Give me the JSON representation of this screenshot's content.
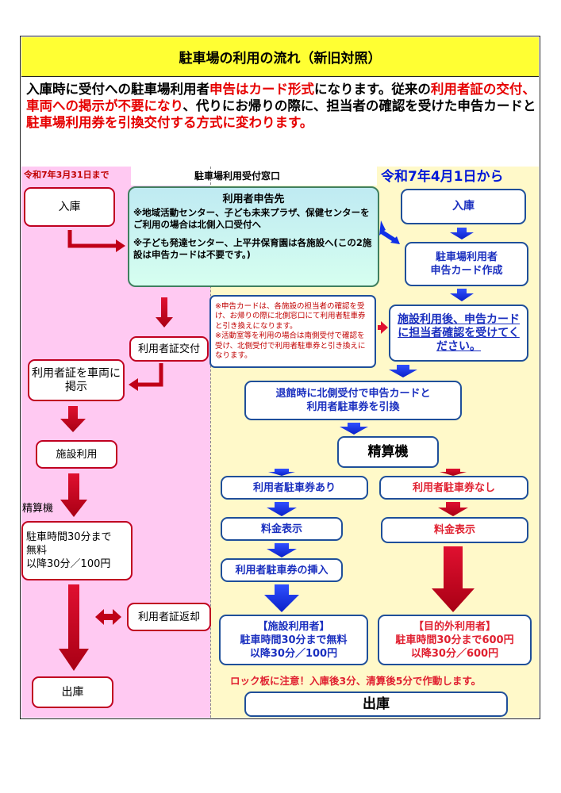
{
  "title": "駐車場の利用の流れ（新旧対照）",
  "intro": {
    "p1": "入庫時に受付への駐車場利用者",
    "r1": "申告はカード形式",
    "p2": "になります。従来の",
    "r2": "利用者証の交付、車両への掲示が不要になり",
    "p3": "、代りにお帰りの際に、担当者の確認を受けた申告カードと",
    "r3": "駐車場利用券を引換交付する方式に変わります。"
  },
  "headers": {
    "left": "令和7年3月31日まで",
    "middle": "駐車場利用受付窓口",
    "right": "令和7年4月1日から"
  },
  "old_flow": {
    "entry": "入庫",
    "card_issue": "利用者証交付",
    "display": "利用者証を車両に掲示",
    "use": "施設利用",
    "machine_label": "精算機",
    "fee": "駐車時間30分まで\n無料\n以降30分／100円",
    "return": "利用者証返却",
    "exit": "出庫"
  },
  "reception": {
    "title": "利用者申告先",
    "note1": "※地域活動センター、子ども未来プラザ、保健センターをご利用の場合は北側入口受付へ",
    "note2": "※子ども発達センター、上平井保育園は各施設へ(この2施設は申告カードは不要です。)"
  },
  "new_flow": {
    "entry": "入庫",
    "card_create": "駐車場利用者\n申告カード作成",
    "note": "※申告カードは、各施設の担当者の確認を受け、お帰りの際に北側窓口にて利用者駐車券と引き換えになります。\n※活動室等を利用の場合は南側受付で確認を受け、北側受付で利用者駐車券と引き換えになります。",
    "confirm": "施設利用後、申告カードに担当者確認を受けてください。",
    "exchange": "退館時に北側受付で申告カードと\n利用者駐車券を引換",
    "machine": "精算機",
    "with_ticket": "利用者駐車券あり",
    "without_ticket": "利用者駐車券なし",
    "fee_display_1": "料金表示",
    "fee_display_2": "料金表示",
    "insert": "利用者駐車券の挿入",
    "facility_users": "【施設利用者】\n駐車時間30分まで無料\n以降30分／100円",
    "other_users": "【目的外利用者】\n駐車時間30分まで600円\n以降30分／600円",
    "lock_warning": "ロック板に注意！入庫後3分、清算後5分で作動します。",
    "exit": "出庫"
  },
  "colors": {
    "title_bg": "#ffff33",
    "left_bg": "#ffc9f2",
    "right_bg": "#fff9c9",
    "blue_arrow": "#1030e8",
    "red_arrow": "#c00018"
  }
}
